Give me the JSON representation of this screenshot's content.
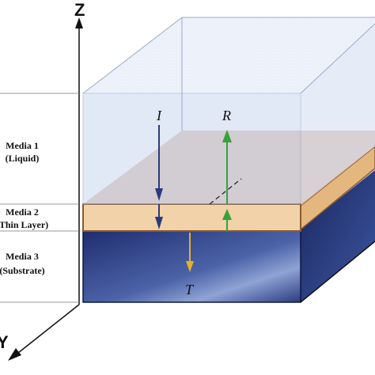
{
  "axes": {
    "z_label": "Z",
    "y_label": "Y"
  },
  "media": [
    {
      "line1": "Media 1",
      "line2": "(Liquid)"
    },
    {
      "line1": "Media 2",
      "line2": "(Thin Layer)"
    },
    {
      "line1": "Media 3",
      "line2": "(Substrate)"
    }
  ],
  "waves": {
    "incident": "I",
    "reflected": "R",
    "transmitted": "T"
  },
  "colors": {
    "liquid": "#c9d7ef",
    "thin_layer": "#f2d2a8",
    "layer_border": "#8b5a2b",
    "substrate": "#2d3f86",
    "incident_arrow": "#2a3b7c",
    "reflected_arrow": "#33a33a",
    "transmitted_arrow": "#e4b22a"
  }
}
